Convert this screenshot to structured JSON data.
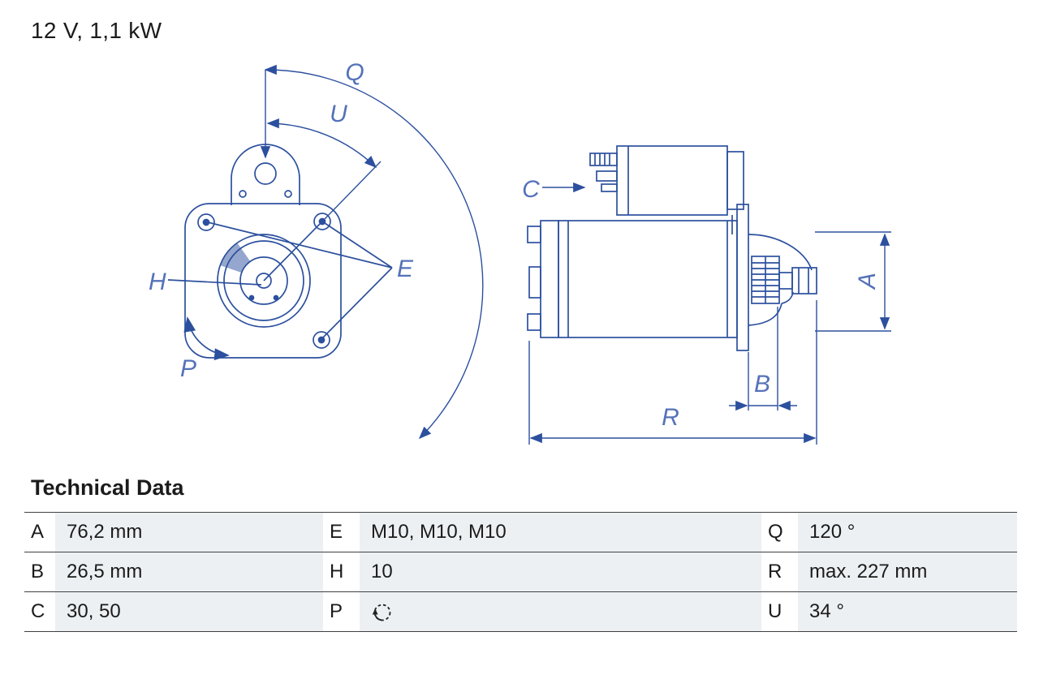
{
  "title": "12 V, 1,1 kW",
  "diagram": {
    "labels": {
      "Q": "Q",
      "U": "U",
      "E": "E",
      "H": "H",
      "P": "P",
      "C": "C",
      "A": "A",
      "B": "B",
      "R": "R"
    },
    "line_color": "#2c509e",
    "label_color": "#5572b9"
  },
  "technical_data": {
    "heading": "Technical Data",
    "rows": [
      [
        {
          "key": "A",
          "value": "76,2 mm"
        },
        {
          "key": "E",
          "value": "M10, M10, M10"
        },
        {
          "key": "Q",
          "value": "120 °"
        }
      ],
      [
        {
          "key": "B",
          "value": "26,5 mm"
        },
        {
          "key": "H",
          "value": "10"
        },
        {
          "key": "R",
          "value": "max. 227 mm"
        }
      ],
      [
        {
          "key": "C",
          "value": "30, 50"
        },
        {
          "key": "P",
          "value": "",
          "icon": "rotation-ccw-icon"
        },
        {
          "key": "U",
          "value": "34 °"
        }
      ]
    ]
  }
}
